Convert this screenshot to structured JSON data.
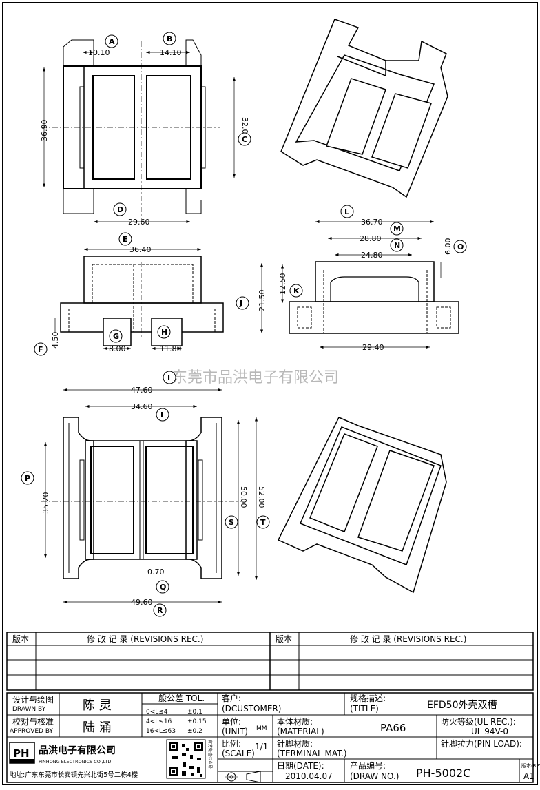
{
  "watermark": "东莞市品洪电子有限公司",
  "bubbles": [
    "A",
    "B",
    "C",
    "D",
    "E",
    "F",
    "G",
    "H",
    "I",
    "J",
    "K",
    "L",
    "M",
    "N",
    "O",
    "P",
    "Q",
    "R",
    "S",
    "T",
    "I"
  ],
  "dims": {
    "d1010": "10.10",
    "d1410": "14.10",
    "d3690": "36.90",
    "d3200": "32.00",
    "d2960": "29.60",
    "d3640": "36.40",
    "d450": "4.50",
    "d800": "8.00",
    "d1180": "11.80",
    "d3670": "36.70",
    "d2880": "28.80",
    "d2480": "24.80",
    "d600": "6.00",
    "d2150": "21.50",
    "d1250": "12.50",
    "d2940": "29.40",
    "d4760": "47.60",
    "d3460": "34.60",
    "d3520": "35.20",
    "d5000": "50.00",
    "d5200": "52.00",
    "d070": "0.70",
    "d4960": "49.60"
  },
  "revisions": {
    "col_version": "版本",
    "col_record": "修 改 记 录 (REVISIONS REC.)"
  },
  "titleblock": {
    "drawn_label_cn": "设计与绘图",
    "drawn_label_en": "DRAWN BY",
    "drawn_name": "陈 灵",
    "approved_label_cn": "校对与核准",
    "approved_label_en": "APPROVED BY",
    "approved_name": "陆 涌",
    "tol_title": "一般公差 TOL.",
    "tol1_range": "0<L≤4",
    "tol1_val": "±0.1",
    "tol2_range": "4<L≤16",
    "tol2_val": "±0.15",
    "tol3_range": "16<L≤63",
    "tol3_val": "±0.2",
    "customer_label": "客户:",
    "customer_en": "(DCUSTOMER)",
    "title_label": "规格描述:",
    "title_en": "(TITLE)",
    "title_value": "EFD50外壳双槽",
    "unit_label": "单位:",
    "unit_en": "(UNIT)",
    "unit_value": "MM",
    "material_label": "本体材质:",
    "material_en": "(MATERIAL)",
    "material_value": "PA66",
    "ul_label": "防火等级(UL REC.):",
    "ul_value": "UL 94V-0",
    "scale_label": "比例:",
    "scale_en": "(SCALE)",
    "scale_value": "1/1",
    "terminal_label": "针脚材质:",
    "terminal_en": "(TERMINAL MAT.)",
    "pinload_label": "针脚拉力(PIN LOAD):",
    "date_label": "日期(DATE):",
    "date_value": "2010.04.07",
    "drawno_label": "产品编号:",
    "drawno_en": "(DRAW NO.)",
    "drawno_value": "PH-5002C",
    "rev_label": "版本(REV):",
    "rev_value": "A1",
    "company_cn": "品洪电子有限公司",
    "company_en": "PINHONG ELECTRONICS CO.,LTD.",
    "address": "地址:广东东莞市长安镇先兴北街5号二栋4楼",
    "logo_text": "PH",
    "qr_side": "官方微信公众号"
  }
}
